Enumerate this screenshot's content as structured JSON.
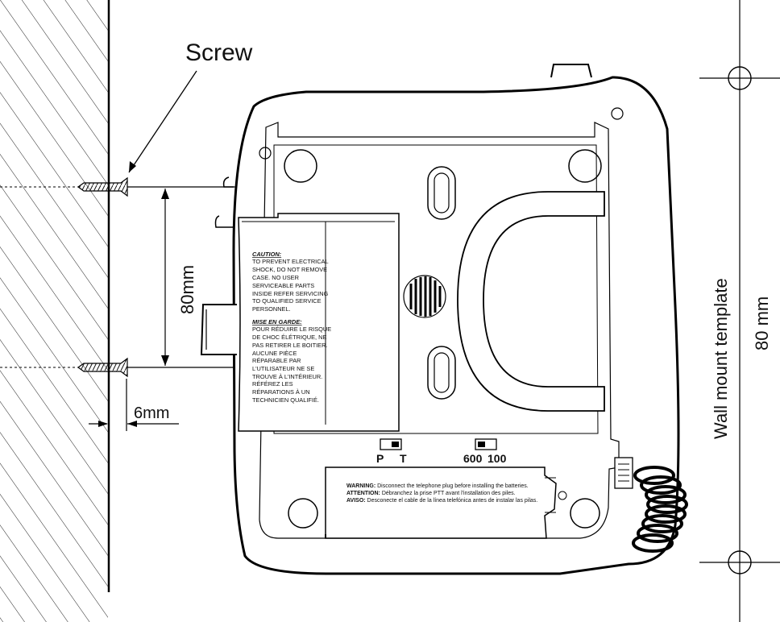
{
  "labels": {
    "screw": "Screw",
    "spacing_80": "80mm",
    "offset_6": "6mm",
    "template_title": "Wall mount template",
    "template_80": "80 mm"
  },
  "switches": {
    "pt": {
      "left": "P",
      "right": "T"
    },
    "line": {
      "left": "600",
      "right": "100"
    }
  },
  "caution": {
    "heading": "CAUTION:",
    "lines": [
      "TO PREVENT ELECTRICAL",
      "SHOCK, DO NOT REMOVE",
      "CASE. NO USER",
      "SERVICEABLE PARTS",
      "INSIDE REFER SERVICING",
      "TO QUALIFIED SERVICE",
      "PERSONNEL."
    ],
    "heading_fr": "MISE EN GARDE:",
    "lines_fr": [
      "POUR RÉDUIRE LE RISQUE",
      "DE CHOC ÉLÉTRIQUE, NE",
      "PAS RETIRER LE BOITIER.",
      "AUCUNE PIÈCE",
      "RÉPARABLE PAR",
      "L'UTILISATEUR NE SE",
      "TROUVE À L'INTÉRIEUR.",
      "RÉFÉREZ LES",
      "RÉPARATIONS À UN",
      "TECHNICIEN QUALIFIÉ."
    ]
  },
  "warning": [
    {
      "label": "WARNING:",
      "text": " Disconnect the telephone plug before installing the batteries."
    },
    {
      "label": "ATTENTION:",
      "text": " Débranchez la prise PTT avant l'installation des piles."
    },
    {
      "label": "AVISO:",
      "text": " Desconecte el cable de la línea telefónica antes de instalar las pilas."
    }
  ]
}
